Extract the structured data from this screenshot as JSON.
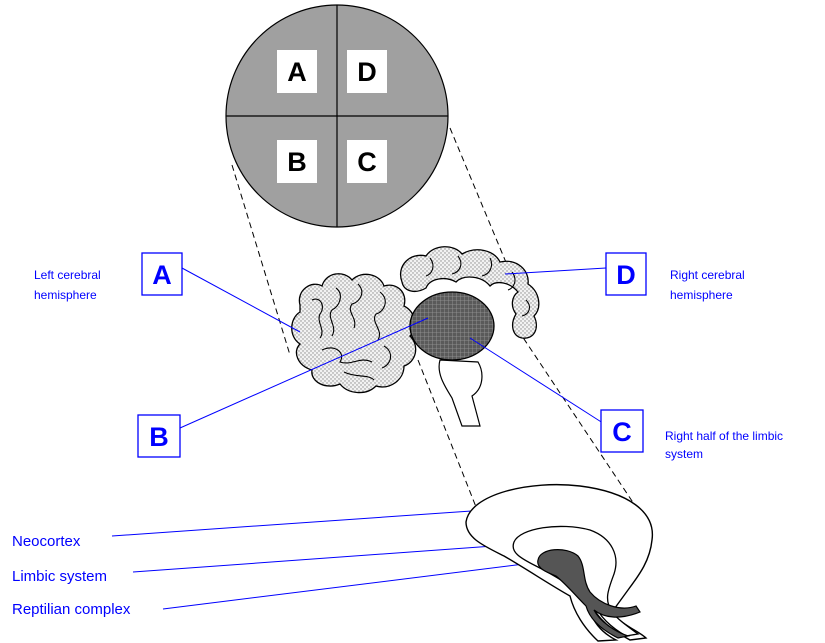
{
  "colors": {
    "quadrant_fill": "#a0a0a0",
    "label_blue": "#0000ff",
    "outline": "#000000",
    "limbic_fill": "#777777",
    "reptilian_fill": "#555555"
  },
  "quadrants": {
    "top_left": "A",
    "top_right": "D",
    "bottom_left": "B",
    "bottom_right": "C"
  },
  "brain_labels": {
    "a": {
      "letter": "A",
      "caption_line1": "Left cerebral",
      "caption_line2": "hemisphere"
    },
    "d": {
      "letter": "D",
      "caption_line1": "Right cerebral",
      "caption_line2": "hemisphere"
    },
    "b": {
      "letter": "B"
    },
    "c": {
      "letter": "C",
      "caption_line1": "Right half of the limbic",
      "caption_line2": "system"
    }
  },
  "triune_labels": {
    "neocortex": "Neocortex",
    "limbic": "Limbic system",
    "reptilian": "Reptilian complex"
  }
}
